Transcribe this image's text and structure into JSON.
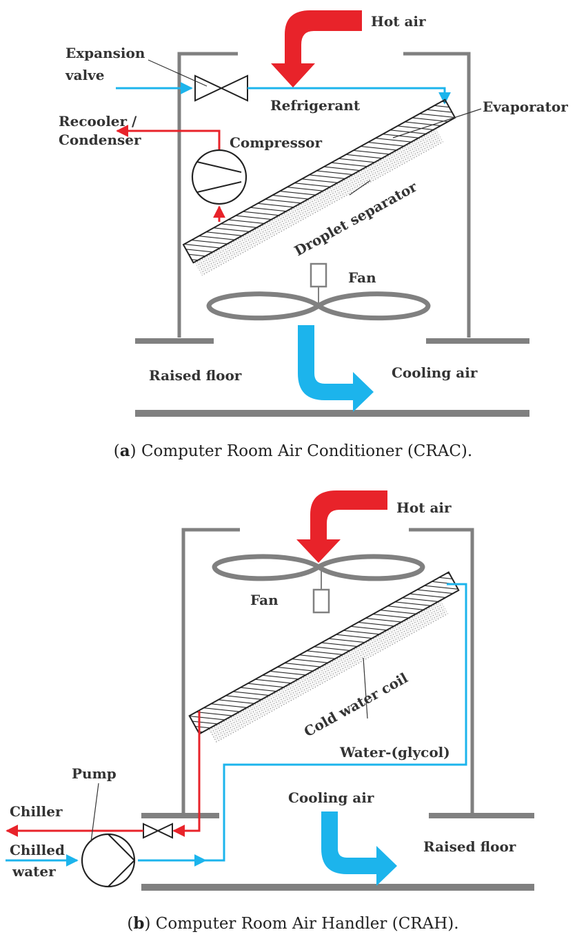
{
  "colors": {
    "hot": "#e8232a",
    "cold": "#1cb4ec",
    "structure": "#808080",
    "text": "#333333"
  },
  "icons": [
    "valve-icon",
    "compressor-icon",
    "pump-icon",
    "fan-icon",
    "coil-icon",
    "airflow-arrow-icon"
  ],
  "panel_a": {
    "labels": {
      "hot_air": "Hot air",
      "expansion_valve_1": "Expansion",
      "expansion_valve_2": "valve",
      "refrigerant": "Refrigerant",
      "evaporator": "Evaporator",
      "recooler_1": "Recooler /",
      "recooler_2": "Condenser",
      "compressor": "Compressor",
      "droplet_separator": "Droplet separator",
      "fan": "Fan",
      "raised_floor": "Raised floor",
      "cooling_air": "Cooling air"
    },
    "caption_letter": "a",
    "caption_open": "(",
    "caption_text": ") Computer Room Air Conditioner (CRAC)."
  },
  "panel_b": {
    "labels": {
      "hot_air": "Hot air",
      "fan": "Fan",
      "cold_water_coil": "Cold water coil",
      "water_glycol": "Water-(glycol)",
      "pump": "Pump",
      "chiller": "Chiller",
      "chilled_water_1": "Chilled",
      "chilled_water_2": "water",
      "cooling_air": "Cooling air",
      "raised_floor": "Raised floor"
    },
    "caption_letter": "b",
    "caption_open": "(",
    "caption_text": ") Computer Room Air Handler (CRAH)."
  }
}
